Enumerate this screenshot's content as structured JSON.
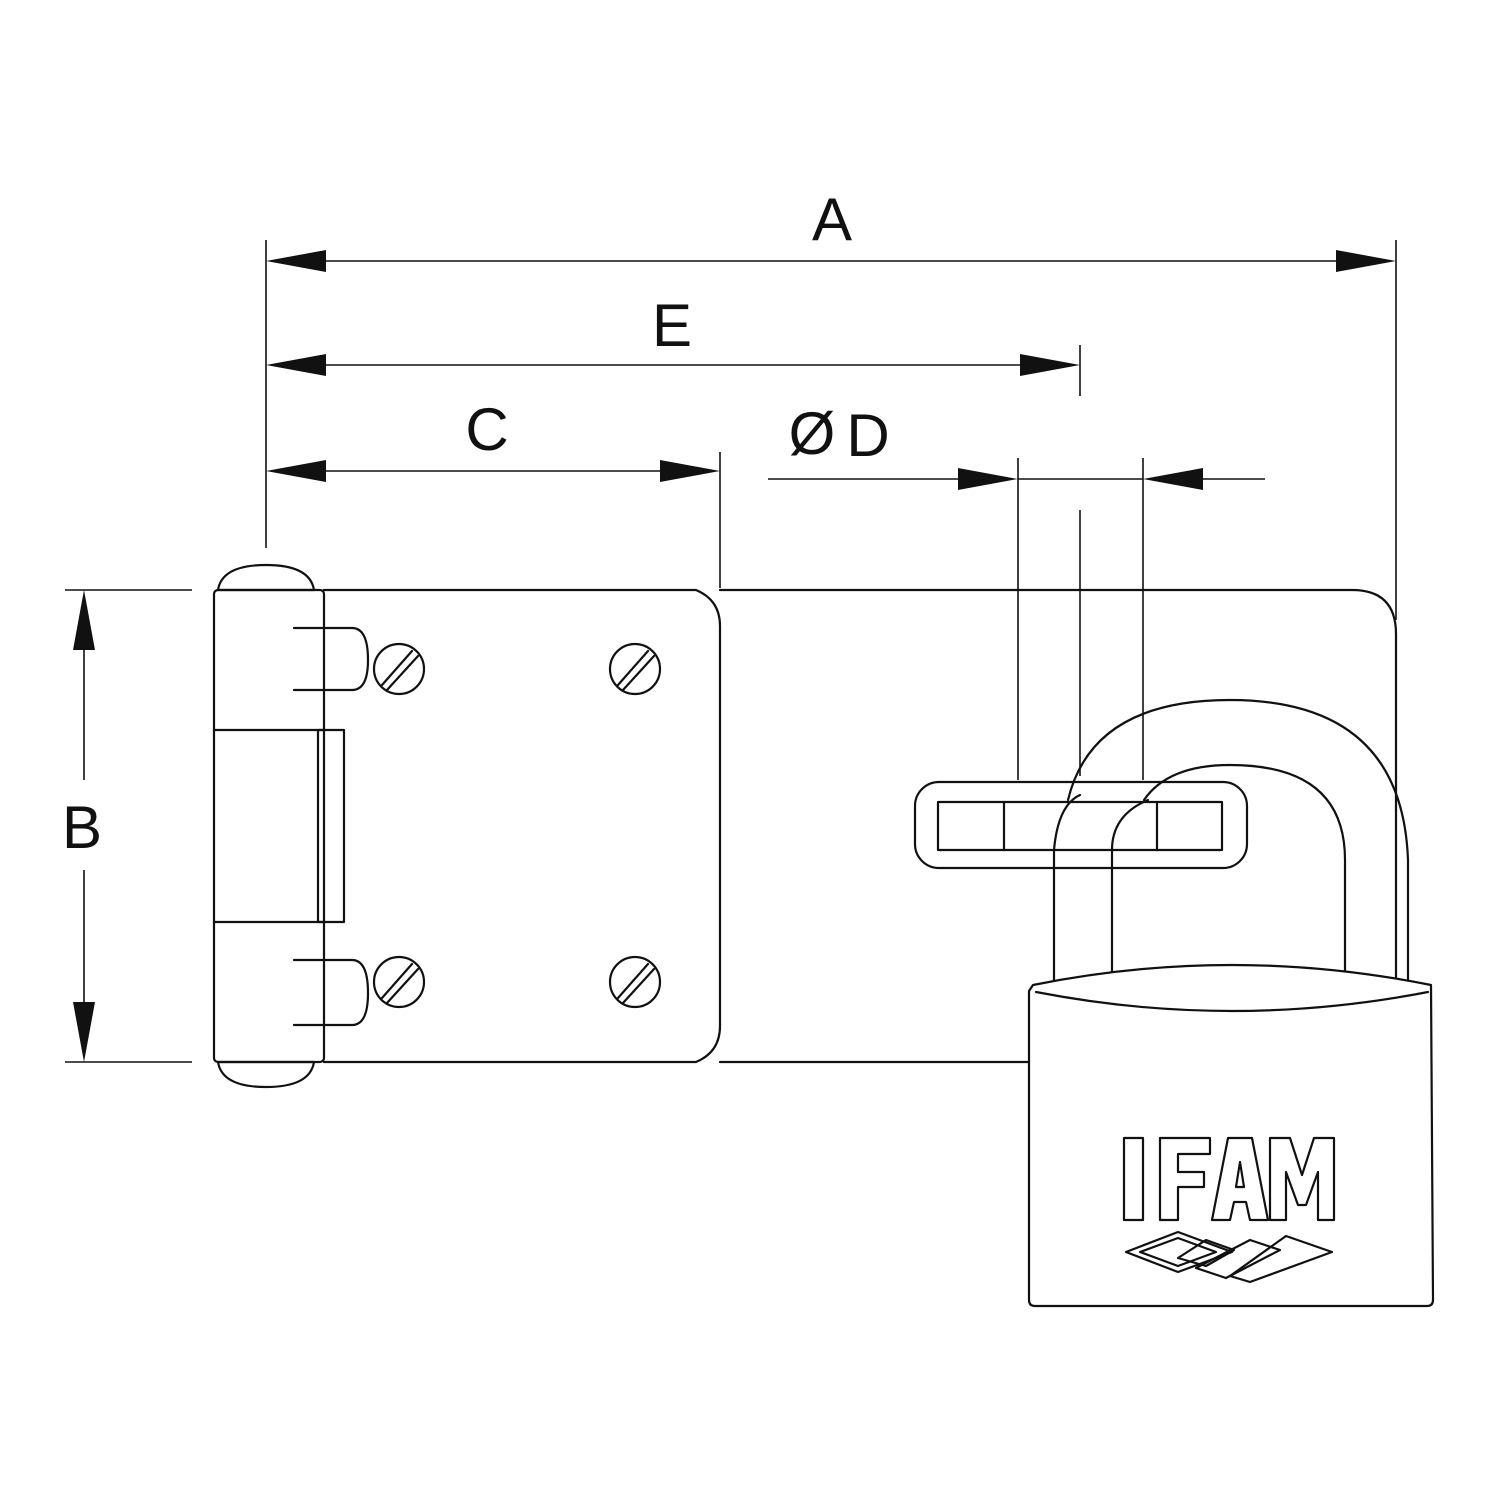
{
  "dimensions": {
    "a_label": "A",
    "b_label": "B",
    "c_label": "C",
    "d_label": "D",
    "d_symbol": "Ø",
    "e_label": "E"
  },
  "logo": {
    "brand": "IFAM",
    "icon": "ifam-brand-logo-icon"
  },
  "colors": {
    "line": "#111111",
    "background": "#ffffff"
  }
}
